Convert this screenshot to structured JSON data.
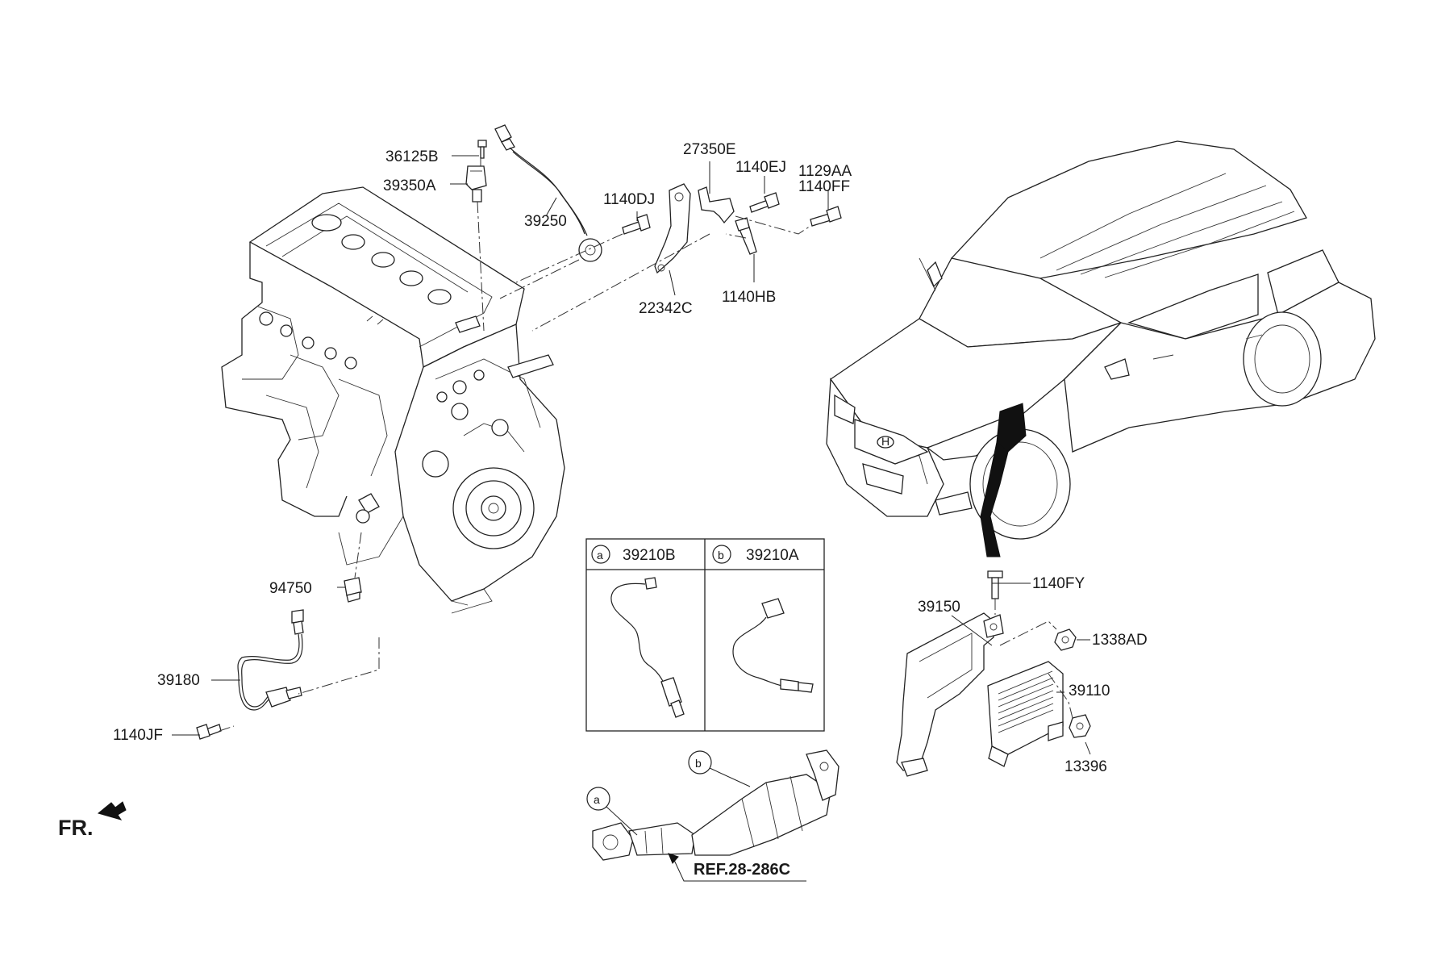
{
  "parts": {
    "p36125B": "36125B",
    "p39350A": "39350A",
    "p39250": "39250",
    "p1140DJ": "1140DJ",
    "p27350E": "27350E",
    "p1140EJ": "1140EJ",
    "p1129AA": "1129AA",
    "p1140FF": "1140FF",
    "p22342C": "22342C",
    "p1140HB": "1140HB",
    "p94750": "94750",
    "p39180": "39180",
    "p1140JF": "1140JF",
    "p39210B": "39210B",
    "p39210A": "39210A",
    "p1140FY": "1140FY",
    "p39150": "39150",
    "p1338AD": "1338AD",
    "p39110": "39110",
    "p13396": "13396"
  },
  "table": {
    "col_a_marker": "a",
    "col_b_marker": "b"
  },
  "callouts": {
    "b": "b",
    "a": "a"
  },
  "reference": "REF.28-286C",
  "front_label": "FR.",
  "vehicle_badge": "H"
}
